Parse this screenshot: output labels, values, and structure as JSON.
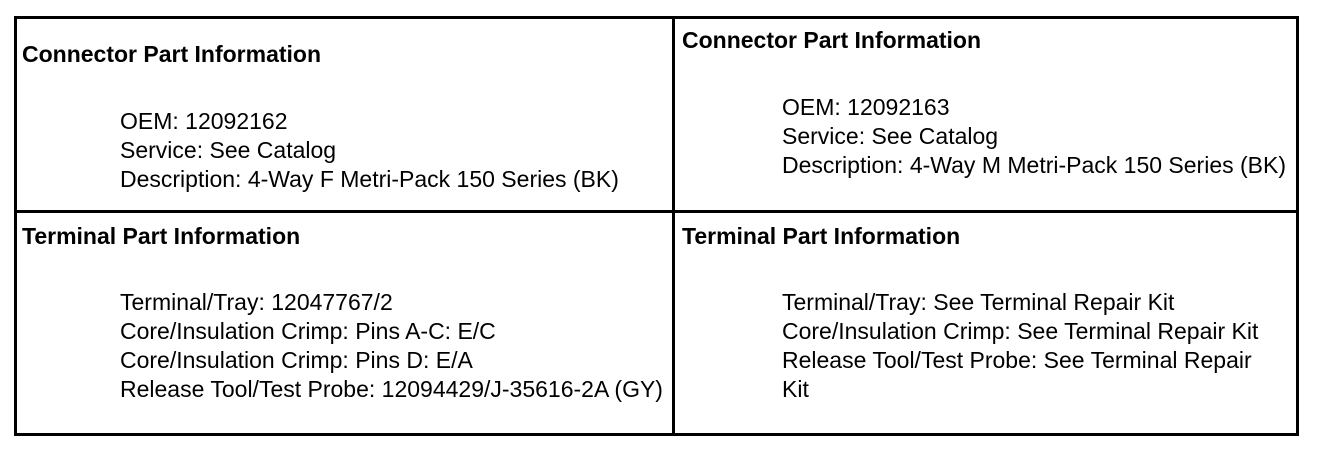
{
  "cells": [
    {
      "header": "Connector Part Information",
      "lines": [
        "OEM: 12092162",
        "Service: See Catalog",
        "Description: 4-Way F Metri-Pack 150 Series (BK)"
      ]
    },
    {
      "header": "Connector Part Information",
      "lines": [
        "OEM: 12092163",
        "Service: See Catalog",
        "Description: 4-Way M Metri-Pack 150 Series (BK)"
      ]
    },
    {
      "header": "Terminal Part Information",
      "lines": [
        "Terminal/Tray: 12047767/2",
        "Core/Insulation Crimp: Pins A-C: E/C",
        "Core/Insulation Crimp: Pins D: E/A",
        "Release Tool/Test Probe: 12094429/J-35616-2A (GY)"
      ]
    },
    {
      "header": "Terminal Part Information",
      "lines": [
        "Terminal/Tray: See Terminal Repair Kit",
        "Core/Insulation Crimp: See Terminal Repair Kit",
        "Release Tool/Test Probe: See Terminal Repair Kit"
      ]
    }
  ]
}
